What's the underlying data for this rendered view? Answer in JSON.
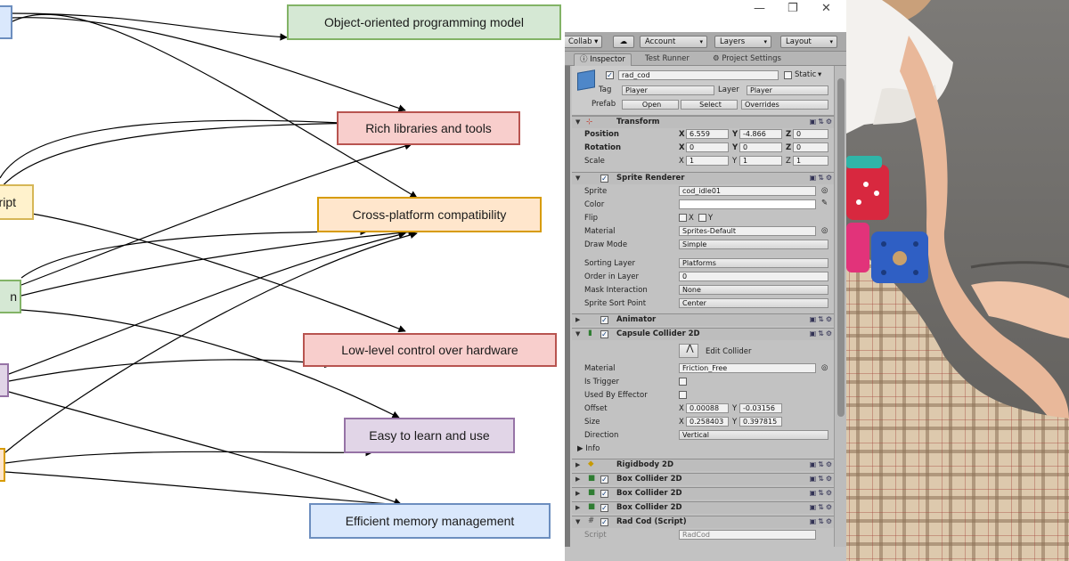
{
  "diagram": {
    "left_nodes": [
      {
        "id": "L1",
        "label": ""
      },
      {
        "id": "L2",
        "label": "ript"
      },
      {
        "id": "L3",
        "label": "n"
      },
      {
        "id": "L4",
        "label": ""
      },
      {
        "id": "L5",
        "label": ""
      }
    ],
    "right_nodes": [
      {
        "id": "R1",
        "label": "Object-oriented programming model"
      },
      {
        "id": "R2",
        "label": "Rich libraries and tools"
      },
      {
        "id": "R3",
        "label": "Cross-platform compatibility"
      },
      {
        "id": "R4",
        "label": "Low-level control over hardware"
      },
      {
        "id": "R5",
        "label": "Easy to learn and use"
      },
      {
        "id": "R6",
        "label": "Efficient memory management"
      }
    ]
  },
  "inspector": {
    "window_controls": [
      "—",
      "❐",
      "✕"
    ],
    "toolbar": {
      "collab": "Collab ▾",
      "account": "Account",
      "layers": "Layers",
      "layout": "Layout"
    },
    "tabs": [
      "Inspector",
      "Test Runner",
      "Project Settings"
    ],
    "object": {
      "name": "rad_cod",
      "static_label": "Static",
      "tag_label": "Tag",
      "tag_value": "Player",
      "layer_label": "Layer",
      "layer_value": "Player",
      "prefab_label": "Prefab",
      "prefab_open": "Open",
      "prefab_select": "Select",
      "prefab_overrides": "Overrides"
    },
    "transform": {
      "title": "Transform",
      "rows": [
        {
          "label": "Position",
          "x": "6.559",
          "y": "-4.866",
          "z": "0"
        },
        {
          "label": "Rotation",
          "x": "0",
          "y": "0",
          "z": "0"
        },
        {
          "label": "Scale",
          "x": "1",
          "y": "1",
          "z": "1"
        }
      ]
    },
    "sprite_renderer": {
      "title": "Sprite Renderer",
      "sprite_label": "Sprite",
      "sprite_value": "cod_idle01",
      "color_label": "Color",
      "flip_label": "Flip",
      "flip_x": "X",
      "flip_y": "Y",
      "material_label": "Material",
      "material_value": "Sprites-Default",
      "draw_mode_label": "Draw Mode",
      "draw_mode_value": "Simple",
      "sorting_layer_label": "Sorting Layer",
      "sorting_layer_value": "Platforms",
      "order_label": "Order in Layer",
      "order_value": "0",
      "mask_label": "Mask Interaction",
      "mask_value": "None",
      "sort_point_label": "Sprite Sort Point",
      "sort_point_value": "Center"
    },
    "animator": {
      "title": "Animator"
    },
    "capsule": {
      "title": "Capsule Collider 2D",
      "edit_label": "Edit Collider",
      "material_label": "Material",
      "material_value": "Friction_Free",
      "trigger_label": "Is Trigger",
      "effector_label": "Used By Effector",
      "offset_label": "Offset",
      "offset_x": "0.00088",
      "offset_y": "-0.03156",
      "size_label": "Size",
      "size_x": "0.258403",
      "size_y": "0.397815",
      "direction_label": "Direction",
      "direction_value": "Vertical",
      "info_label": "Info"
    },
    "components": [
      "Rigidbody 2D",
      "Box Collider 2D",
      "Box Collider 2D",
      "Box Collider 2D",
      "Rad Cod (Script)"
    ],
    "script": {
      "label": "Script",
      "value": "RadCod"
    },
    "colors": {
      "bg": "#c2c2c2",
      "accent": "#2a5ea8"
    }
  }
}
